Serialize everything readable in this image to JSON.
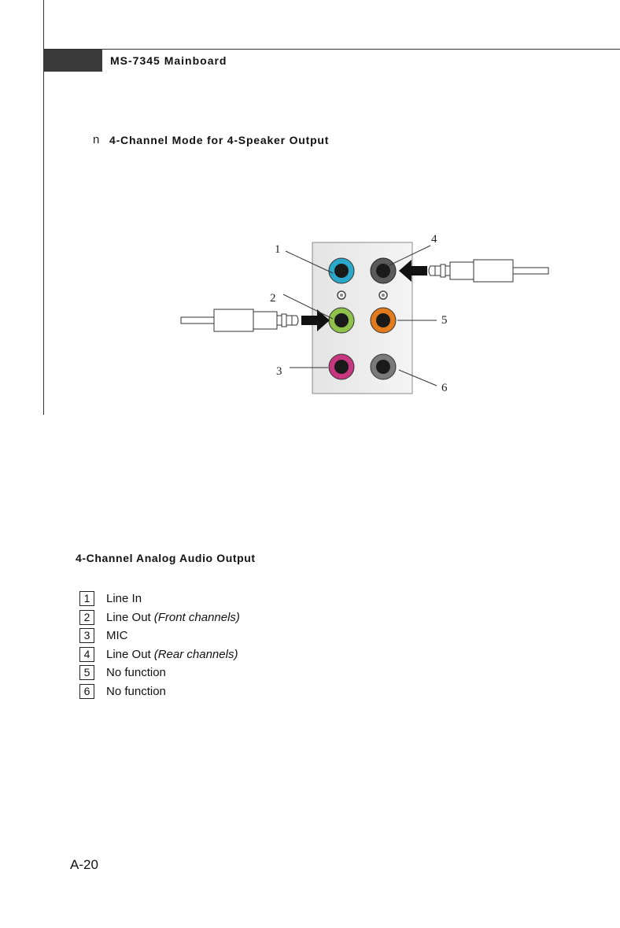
{
  "header": {
    "title": "MS-7345 Mainboard"
  },
  "section": {
    "bullet": "n",
    "title": "4-Channel Mode for 4-Speaker Output"
  },
  "diagram": {
    "callouts": [
      "1",
      "2",
      "3",
      "4",
      "5",
      "6"
    ],
    "jack_colors": {
      "line_in": "#2aa7c9",
      "rear": "#5a5a5a",
      "front": "#8fc24a",
      "center_sub": "#e27a1e",
      "mic": "#c6377f",
      "side": "#7a7a7a"
    }
  },
  "table": {
    "title": "4-Channel Analog Audio Output",
    "rows": [
      {
        "num": "1",
        "label": "Line In",
        "note": ""
      },
      {
        "num": "2",
        "label": "Line Out",
        "note": "(Front channels)"
      },
      {
        "num": "3",
        "label": "MIC",
        "note": ""
      },
      {
        "num": "4",
        "label": "Line Out",
        "note": "(Rear channels)"
      },
      {
        "num": "5",
        "label": "No function",
        "note": ""
      },
      {
        "num": "6",
        "label": "No function",
        "note": ""
      }
    ]
  },
  "footer": {
    "page_number": "A-20"
  }
}
